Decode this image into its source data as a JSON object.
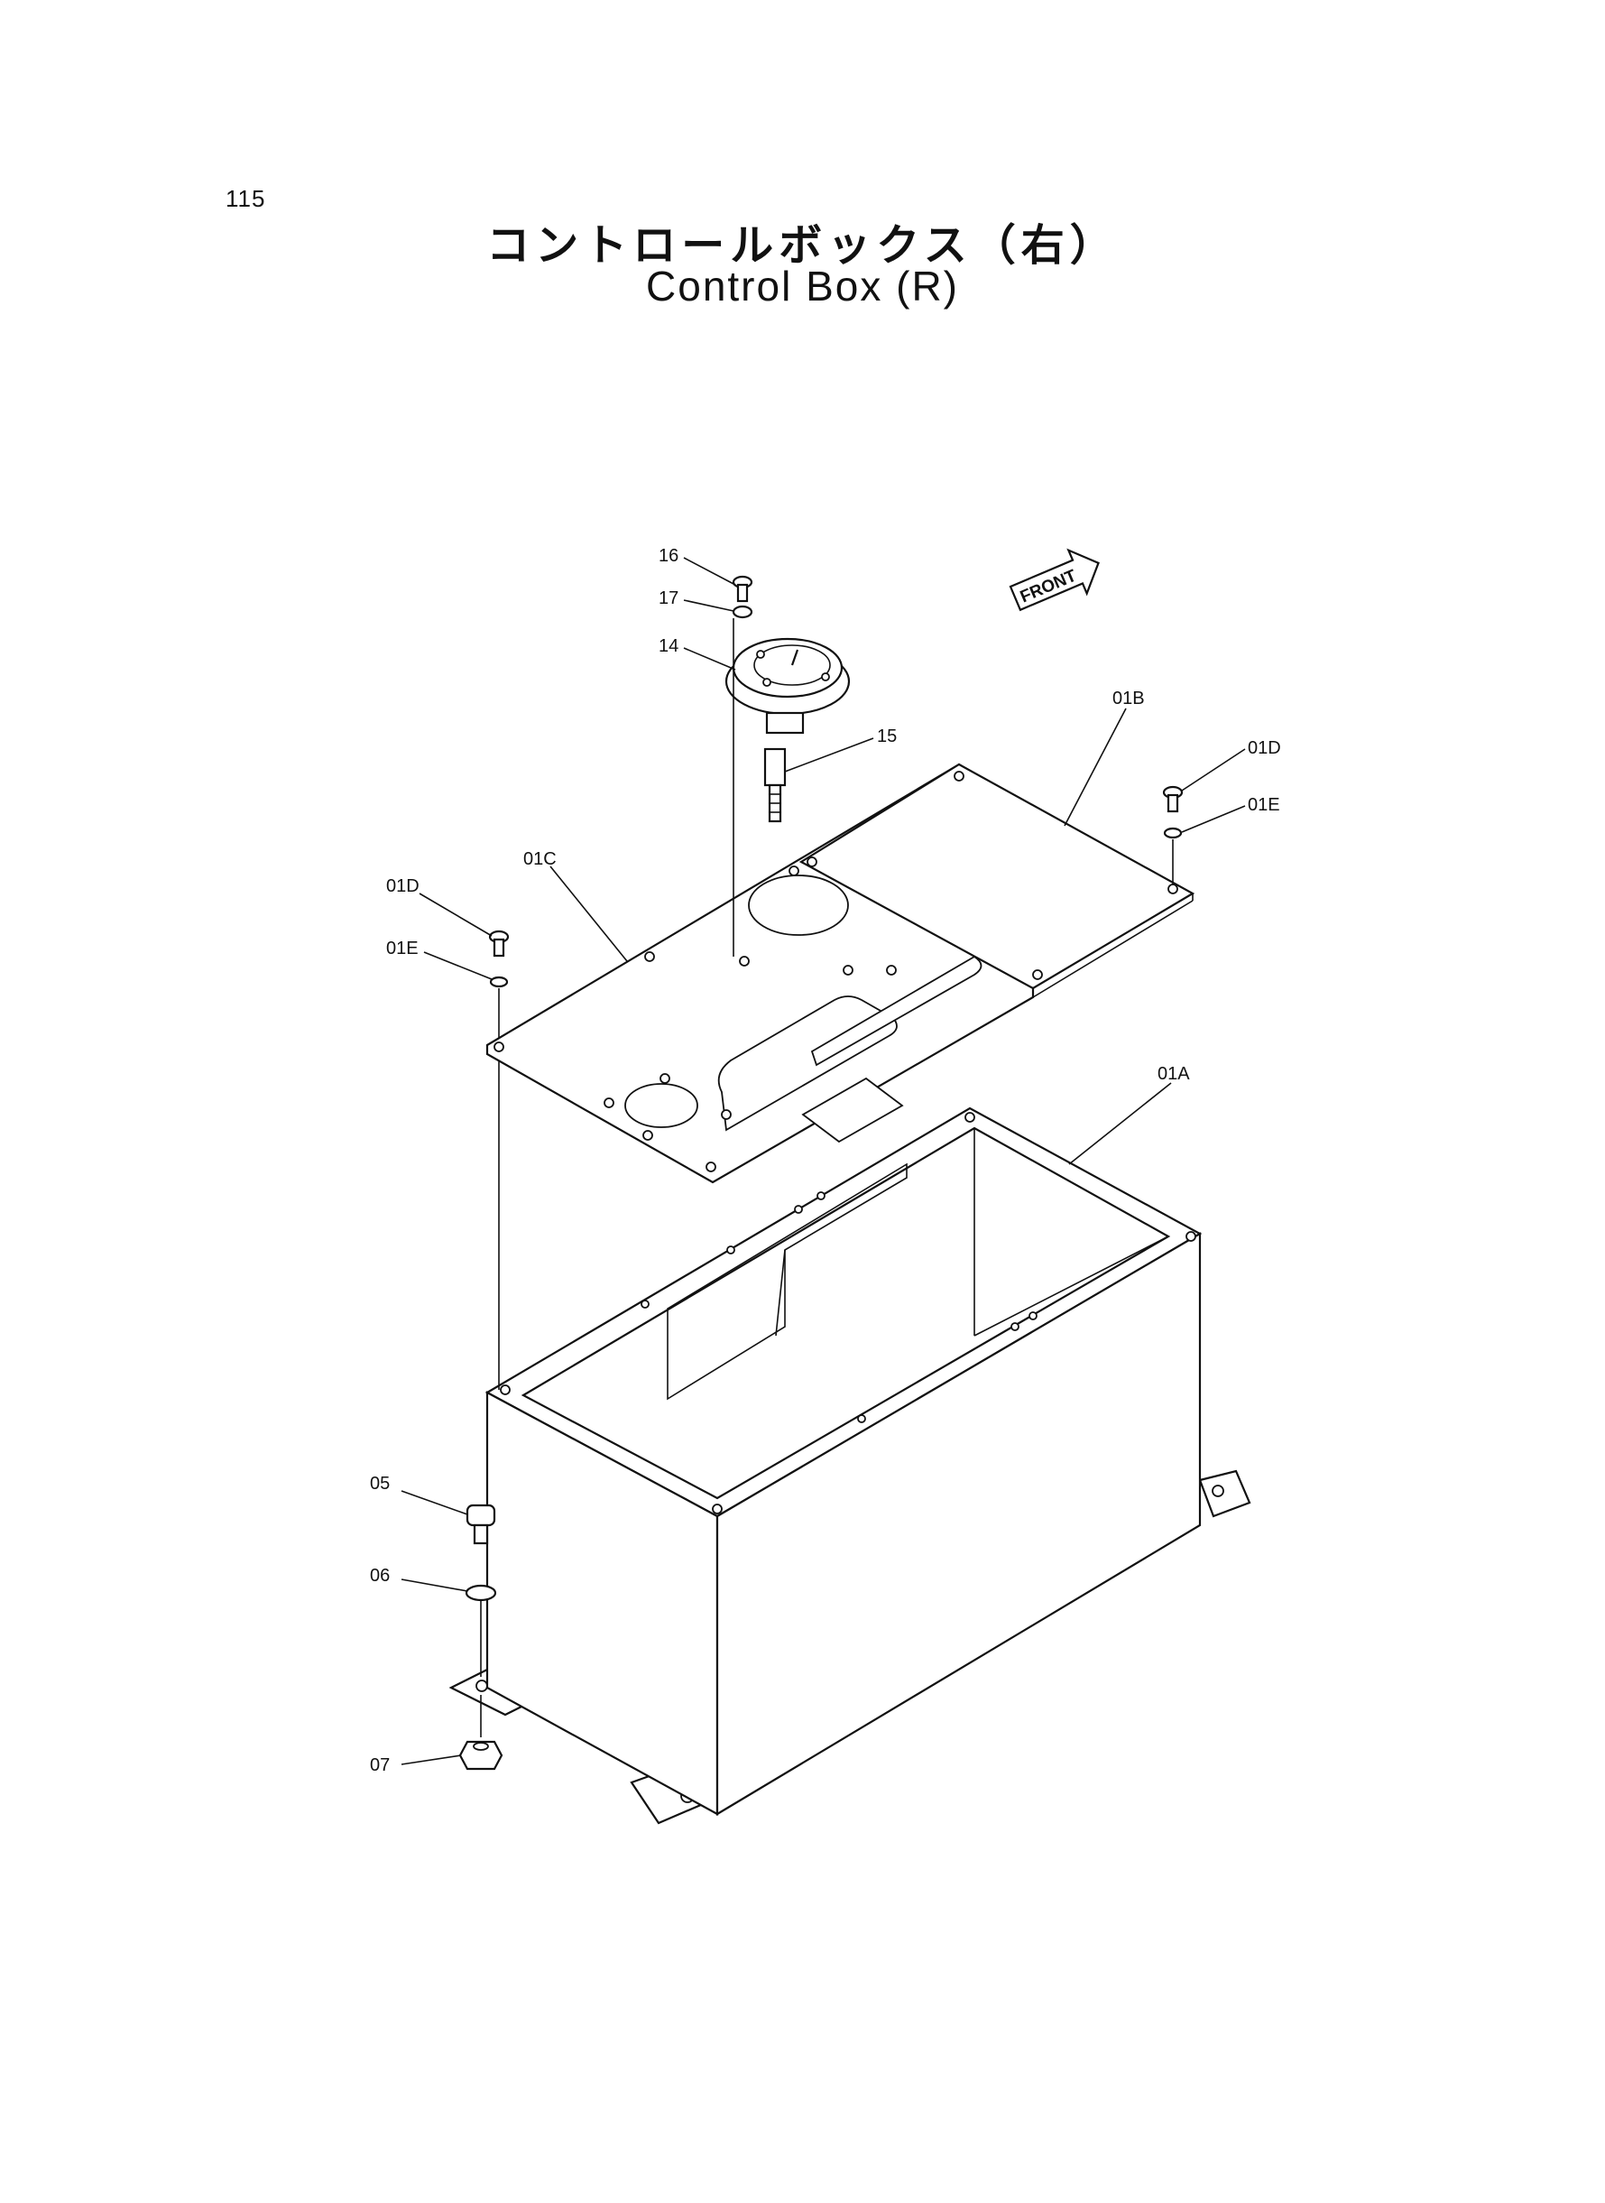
{
  "page_number": "115",
  "title_ja": "コントロールボックス（右）",
  "title_en": "Control Box (R)",
  "front_label": "FRONT",
  "callouts": {
    "c16": "16",
    "c17": "17",
    "c14": "14",
    "c15": "15",
    "c01B": "01B",
    "c01D_right": "01D",
    "c01E_right": "01E",
    "c01C": "01C",
    "c01D_left": "01D",
    "c01E_left": "01E",
    "c01A": "01A",
    "c05": "05",
    "c06": "06",
    "c07": "07"
  }
}
